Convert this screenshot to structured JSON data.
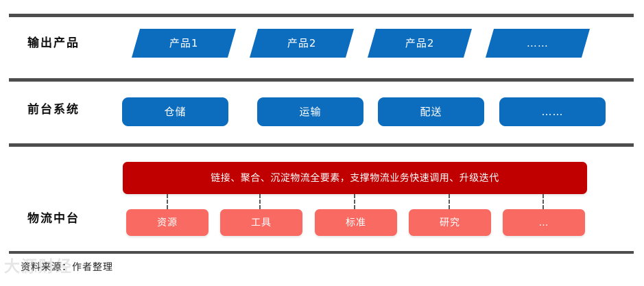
{
  "figure": {
    "background_color": "#ffffff",
    "divider_color": "#4d4d4d",
    "accent_blue": "#0c6cbe",
    "accent_red": "#c00000",
    "accent_pink": "#f96a63"
  },
  "rows": {
    "output": {
      "label": "输出产品",
      "items": [
        {
          "label": "产品1"
        },
        {
          "label": "产品2"
        },
        {
          "label": "产品2"
        },
        {
          "label": "……"
        }
      ]
    },
    "frontend": {
      "label": "前台系统",
      "items": [
        {
          "label": "仓储"
        },
        {
          "label": "运输"
        },
        {
          "label": "配送"
        },
        {
          "label": "……"
        }
      ]
    },
    "midplatform": {
      "label": "物流中台",
      "banner": "链接、聚合、沉淀物流全要素，支撑物流业务快速调用、升级迭代",
      "capabilities": [
        {
          "label": "资源"
        },
        {
          "label": "工具"
        },
        {
          "label": "标准"
        },
        {
          "label": "研究"
        },
        {
          "label": "…"
        }
      ]
    }
  },
  "footer": {
    "source": "资料来源：作者整理",
    "watermark": "大源财经"
  }
}
